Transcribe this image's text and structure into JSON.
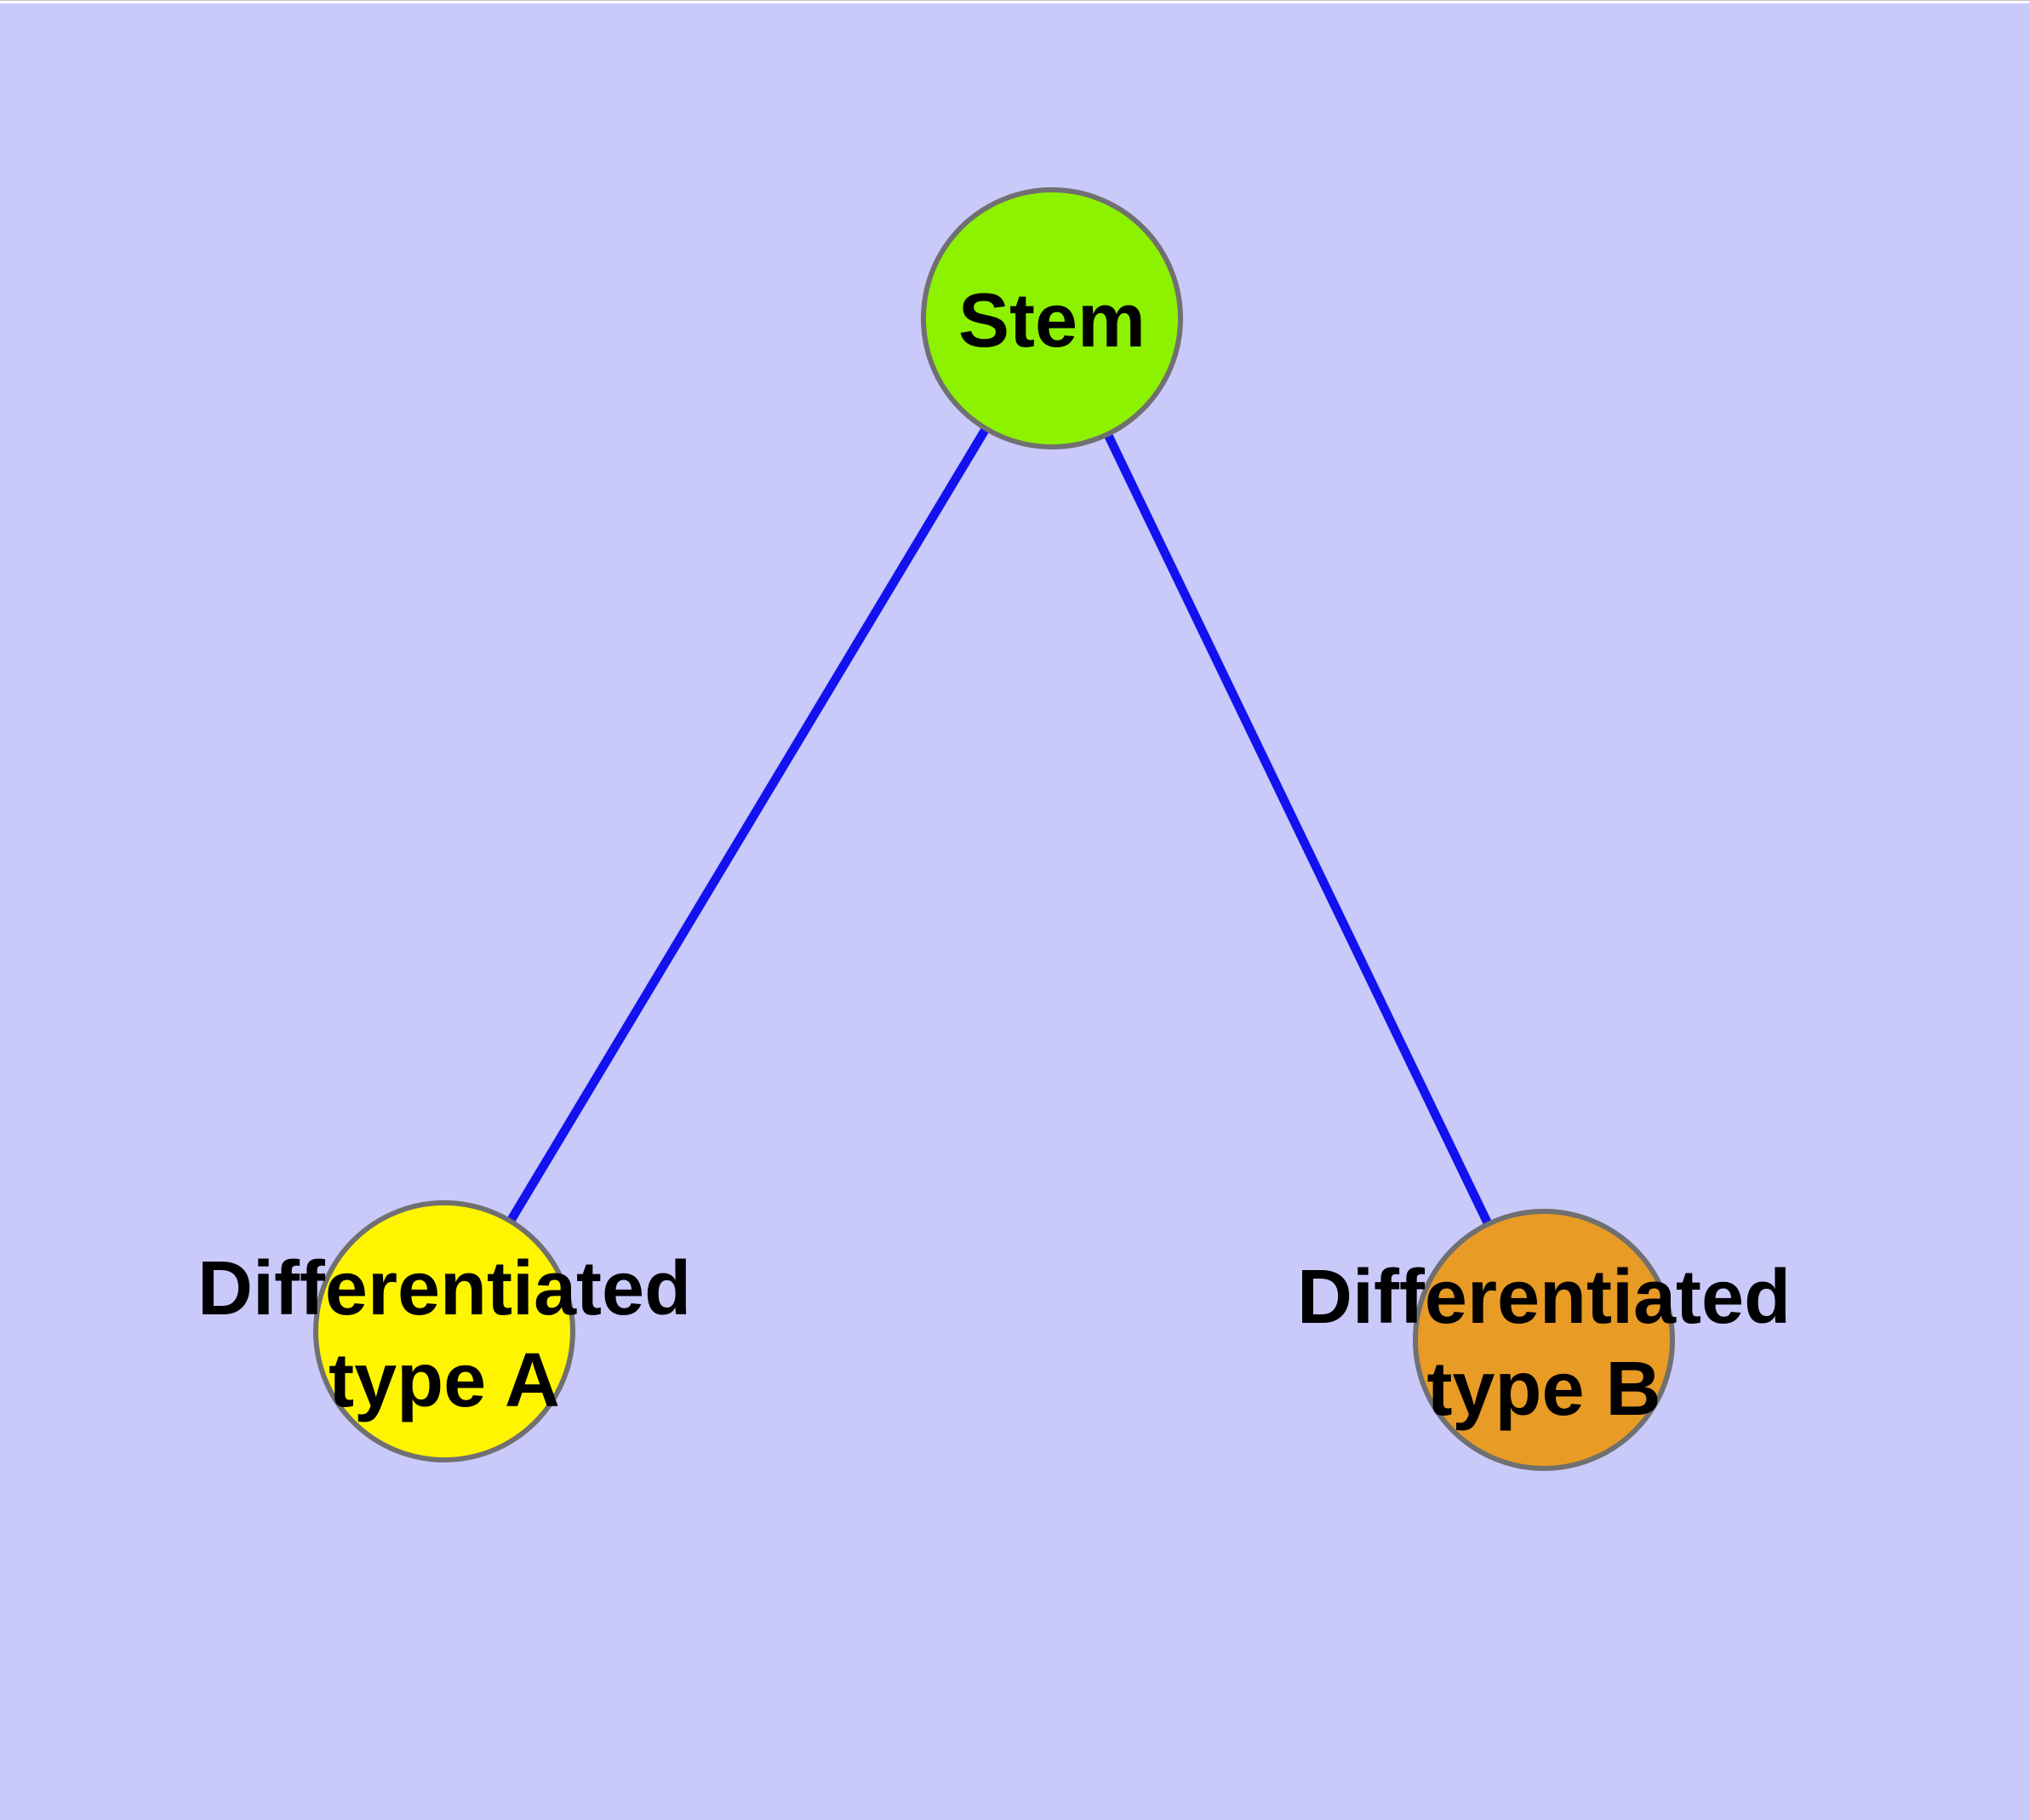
{
  "background": {
    "color": "#c9c9fa",
    "top_strip_color": "#ffffff"
  },
  "diagram": {
    "type": "graph",
    "description": "Stem cell differentiation tree: one root node linked to two child nodes",
    "label_color": "#000000",
    "node_border_color": "#707070",
    "nodes": [
      {
        "id": "stem",
        "label": "Stem",
        "fill": "#8df200"
      },
      {
        "id": "type-a",
        "label": "Differentiated\ntype A",
        "fill": "#fff500"
      },
      {
        "id": "type-b",
        "label": "Differentiated\ntype B",
        "fill": "#e89b25"
      }
    ],
    "edges": [
      {
        "from": "stem",
        "to": "type-a",
        "color": "#1212f0"
      },
      {
        "from": "stem",
        "to": "type-b",
        "color": "#1212f0"
      }
    ]
  }
}
